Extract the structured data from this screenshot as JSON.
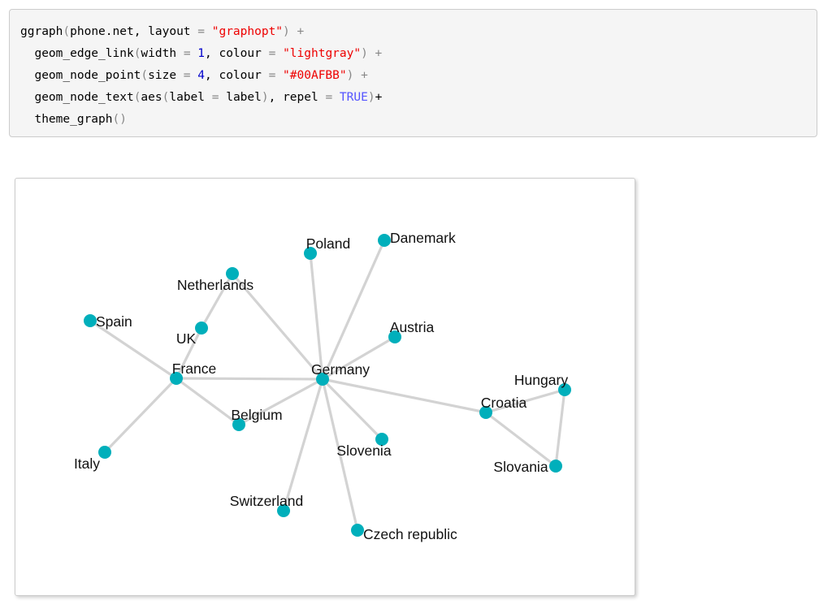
{
  "code": {
    "lines": [
      [
        {
          "t": "ggraph"
        },
        {
          "t": "(",
          "c": "p"
        },
        {
          "t": "phone.net, layout "
        },
        {
          "t": "=",
          "c": "p"
        },
        {
          "t": " "
        },
        {
          "t": "\"graphopt\"",
          "c": "s"
        },
        {
          "t": ")",
          "c": "p"
        },
        {
          "t": " +",
          "c": "p"
        }
      ],
      [
        {
          "t": "  geom_edge_link"
        },
        {
          "t": "(",
          "c": "p"
        },
        {
          "t": "width "
        },
        {
          "t": "=",
          "c": "p"
        },
        {
          "t": " "
        },
        {
          "t": "1",
          "c": "n"
        },
        {
          "t": ", colour "
        },
        {
          "t": "=",
          "c": "p"
        },
        {
          "t": " "
        },
        {
          "t": "\"lightgray\"",
          "c": "s"
        },
        {
          "t": ")",
          "c": "p"
        },
        {
          "t": " +",
          "c": "p"
        }
      ],
      [
        {
          "t": "  geom_node_point"
        },
        {
          "t": "(",
          "c": "p"
        },
        {
          "t": "size "
        },
        {
          "t": "=",
          "c": "p"
        },
        {
          "t": " "
        },
        {
          "t": "4",
          "c": "n"
        },
        {
          "t": ", colour "
        },
        {
          "t": "=",
          "c": "p"
        },
        {
          "t": " "
        },
        {
          "t": "\"#00AFBB\"",
          "c": "s"
        },
        {
          "t": ")",
          "c": "p"
        },
        {
          "t": " +",
          "c": "p"
        }
      ],
      [
        {
          "t": "  geom_node_text"
        },
        {
          "t": "(",
          "c": "p"
        },
        {
          "t": "aes"
        },
        {
          "t": "(",
          "c": "p"
        },
        {
          "t": "label "
        },
        {
          "t": "=",
          "c": "p"
        },
        {
          "t": " label"
        },
        {
          "t": ")",
          "c": "p"
        },
        {
          "t": ", repel "
        },
        {
          "t": "=",
          "c": "p"
        },
        {
          "t": " "
        },
        {
          "t": "TRUE",
          "c": "k"
        },
        {
          "t": ")",
          "c": "p"
        },
        {
          "t": "+"
        }
      ],
      [
        {
          "t": "  theme_graph"
        },
        {
          "t": "()",
          "c": "p"
        }
      ]
    ]
  },
  "graph": {
    "node_color": "#00AFBB",
    "edge_color": "#d3d3d3",
    "nodes": [
      "Poland",
      "Danemark",
      "Netherlands",
      "Spain",
      "UK",
      "Austria",
      "France",
      "Germany",
      "Hungary",
      "Croatia",
      "Belgium",
      "Slovenia",
      "Italy",
      "Slovania",
      "Switzerland",
      "Czech republic"
    ],
    "edges": [
      [
        "Spain",
        "France"
      ],
      [
        "France",
        "UK"
      ],
      [
        "UK",
        "Netherlands"
      ],
      [
        "Netherlands",
        "Germany"
      ],
      [
        "France",
        "Germany"
      ],
      [
        "France",
        "Belgium"
      ],
      [
        "France",
        "Italy"
      ],
      [
        "Belgium",
        "Germany"
      ],
      [
        "Germany",
        "Poland"
      ],
      [
        "Germany",
        "Danemark"
      ],
      [
        "Germany",
        "Austria"
      ],
      [
        "Germany",
        "Slovenia"
      ],
      [
        "Germany",
        "Switzerland"
      ],
      [
        "Germany",
        "Czech republic"
      ],
      [
        "Germany",
        "Croatia"
      ],
      [
        "Croatia",
        "Hungary"
      ],
      [
        "Croatia",
        "Slovania"
      ],
      [
        "Hungary",
        "Slovania"
      ]
    ]
  }
}
